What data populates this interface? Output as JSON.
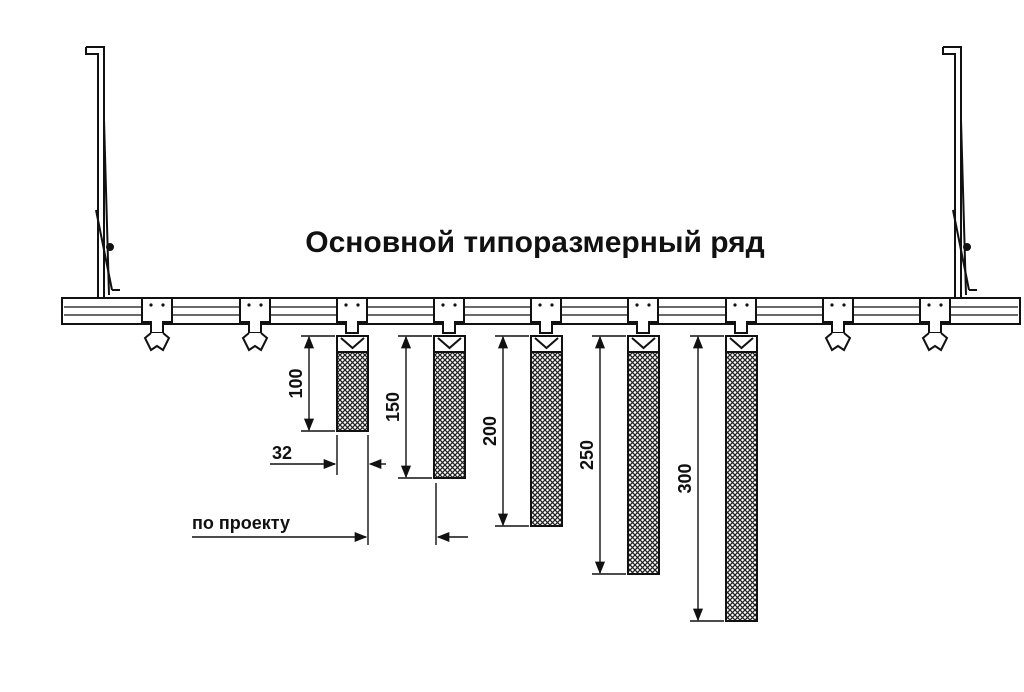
{
  "title": "Основной типоразмерный ряд",
  "colors": {
    "ink": "#111111",
    "panel_fill": "#3a3a3a",
    "background": "#ffffff"
  },
  "panels": [
    {
      "height_label": "100"
    },
    {
      "height_label": "150"
    },
    {
      "height_label": "200"
    },
    {
      "height_label": "250"
    },
    {
      "height_label": "300"
    }
  ],
  "width_label": "32",
  "spacing_label": "по проекту"
}
